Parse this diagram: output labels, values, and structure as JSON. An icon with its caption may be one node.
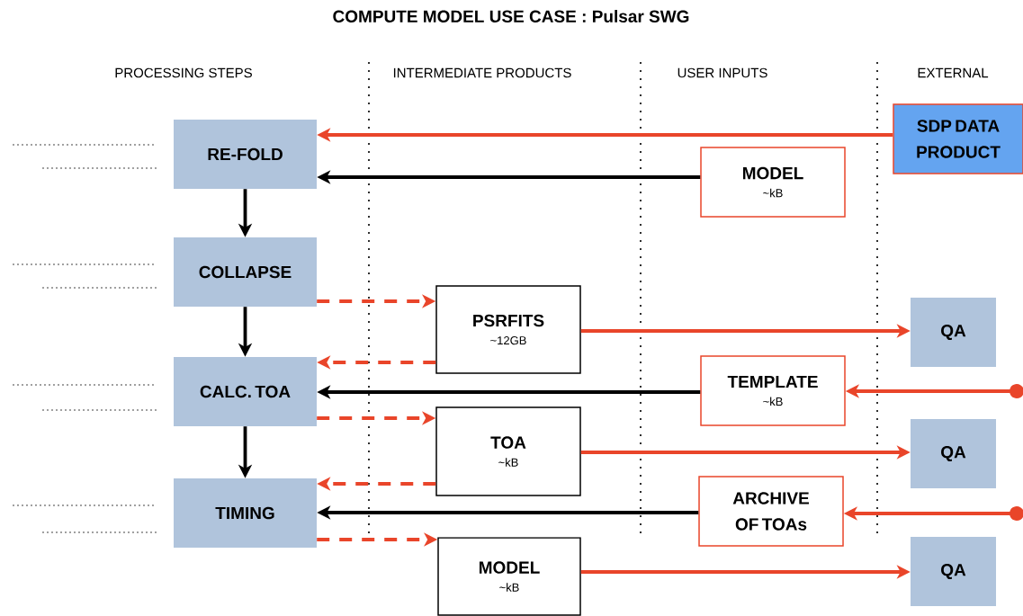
{
  "diagram": {
    "title": "COMPUTE MODEL USE CASE : Pulsar SWG",
    "nodes": [
      {
        "text": [
          "RE-FOLD"
        ]
      },
      {
        "text": [
          "COLLAPSE"
        ]
      },
      {
        "text": [
          "CALC. TOA"
        ]
      },
      {
        "text": [
          "TIMING"
        ]
      },
      {
        "text": [
          "SDP DATA PRODUCT"
        ]
      },
      {
        "text": [
          "MODEL",
          "~kB"
        ]
      },
      {
        "text": [
          "PSRFITS",
          "~12GB"
        ]
      },
      {
        "text": [
          "QA"
        ]
      },
      {
        "text": [
          "TEMPLATE",
          "~kB"
        ]
      },
      {
        "text": [
          "TOA",
          "~kB"
        ]
      },
      {
        "text": [
          "QA"
        ]
      },
      {
        "text": [
          "ARCHIVE OF TOAs"
        ]
      },
      {
        "text": [
          "MODEL",
          "~kB"
        ]
      },
      {
        "text": [
          "QA"
        ]
      }
    ],
    "edges": [
      {
        "from": 4,
        "to": 0,
        "arrow": "to"
      },
      {
        "from": 5,
        "to": 0,
        "arrow": "to",
        "color": "#000000"
      },
      {
        "from": 0,
        "to": 1,
        "arrow": "to",
        "color": "#000000"
      },
      {
        "from": 1,
        "to": 6,
        "arrow": "to",
        "style": "dashed"
      },
      {
        "from": 6,
        "to": 7,
        "arrow": "to"
      },
      {
        "from": 6,
        "to": 2,
        "arrow": "to",
        "style": "dashed"
      },
      {
        "from": 1,
        "to": 2,
        "arrow": "to",
        "color": "#000000"
      },
      {
        "from": null,
        "to": 8,
        "arrow": "to"
      },
      {
        "from": 8,
        "to": 2,
        "arrow": "to",
        "color": "#000000"
      },
      {
        "from": 2,
        "to": 9,
        "arrow": "to",
        "style": "dashed"
      },
      {
        "from": 9,
        "to": 10,
        "arrow": "to"
      },
      {
        "from": 2,
        "to": 3,
        "arrow": "to",
        "color": "#000000"
      },
      {
        "from": 9,
        "to": 3,
        "arrow": "to",
        "style": "dashed"
      },
      {
        "from": null,
        "to": 11,
        "arrow": "to"
      },
      {
        "from": 11,
        "to": 3,
        "arrow": "to",
        "color": "#000000"
      },
      {
        "from": 3,
        "to": 12,
        "arrow": "to",
        "style": "dashed"
      },
      {
        "from": 12,
        "to": 13,
        "arrow": "to"
      }
    ],
    "labels": [
      "PROCESSING STEPS",
      "INTERMEDIATE PRODUCTS",
      "USER INPUTS",
      "EXTERNAL"
    ]
  }
}
